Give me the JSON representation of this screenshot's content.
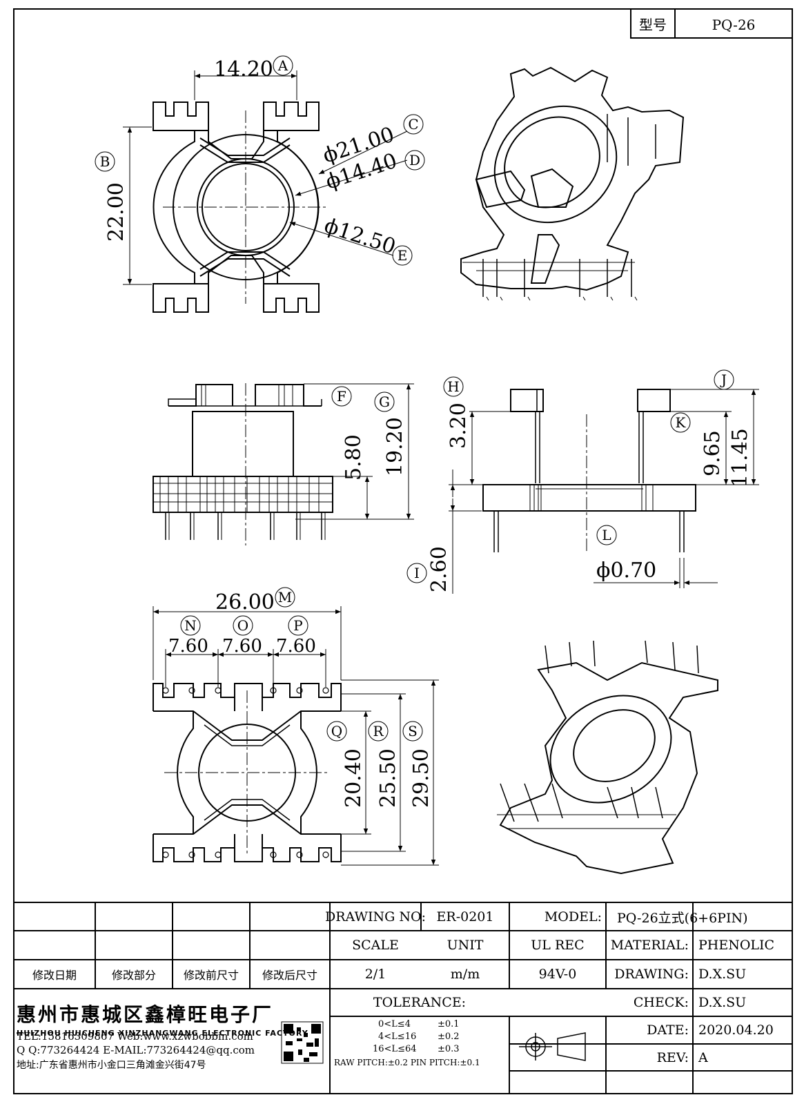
{
  "title_block_top": {
    "label": "型号",
    "value": "PQ-26"
  },
  "dimensions": {
    "A": "14.20",
    "B": "22.00",
    "C": "ϕ21.00",
    "D": "ϕ14.40",
    "E": "ϕ12.50",
    "F": "5.80",
    "G": "19.20",
    "H": "3.20",
    "I": "2.60",
    "J": "11.45",
    "K": "9.65",
    "L": "ϕ0.70",
    "M": "26.00",
    "N": "7.60",
    "O": "7.60",
    "P": "7.60",
    "Q": "20.40",
    "R": "25.50",
    "S": "29.50"
  },
  "dimension_letters": [
    "A",
    "B",
    "C",
    "D",
    "E",
    "F",
    "G",
    "H",
    "I",
    "J",
    "K",
    "L",
    "M",
    "N",
    "O",
    "P",
    "Q",
    "R",
    "S"
  ],
  "title_block": {
    "drawing_no_label": "DRAWING NO:",
    "drawing_no": "ER-0201",
    "model_label": "MODEL:",
    "model": "PQ-26立式(6+6PIN)",
    "scale_label": "SCALE",
    "scale": "2/1",
    "unit_label": "UNIT",
    "unit": "m/m",
    "ul_label": "UL REC",
    "ul": "94V-0",
    "material_label": "MATERIAL:",
    "material": "PHENOLIC",
    "drawing_label": "DRAWING:",
    "drawing": "D.X.SU",
    "check_label": "CHECK:",
    "check": "D.X.SU",
    "date_label": "DATE:",
    "date": "2020.04.20",
    "rev_label": "REV:",
    "rev": "A",
    "tolerance_label": "TOLERANCE:",
    "tol_rows": [
      {
        "range": "0<L≤4",
        "value": "±0.1"
      },
      {
        "range": "4<L≤16",
        "value": "±0.2"
      },
      {
        "range": "16<L≤64",
        "value": "±0.3"
      }
    ],
    "pitch": "RAW PITCH:±0.2 PIN PITCH:±0.1",
    "rev_headers": [
      "修改日期",
      "修改部分",
      "修改前尺寸",
      "修改后尺寸"
    ]
  },
  "company": {
    "name_cn": "惠州市惠城区鑫樟旺电子厂",
    "name_en": "HUIZHOU HUICHENG XINZHANGWANG ELECTRONIC FACTORY",
    "tel_web": "TEL:15816309867 Web:www.xzwbobbin.com",
    "qq_email": "Q Q:773264424 E-MAIL:773264424@qq.com",
    "address": "地址:广东省惠州市小金口三角滩金兴街47号"
  }
}
